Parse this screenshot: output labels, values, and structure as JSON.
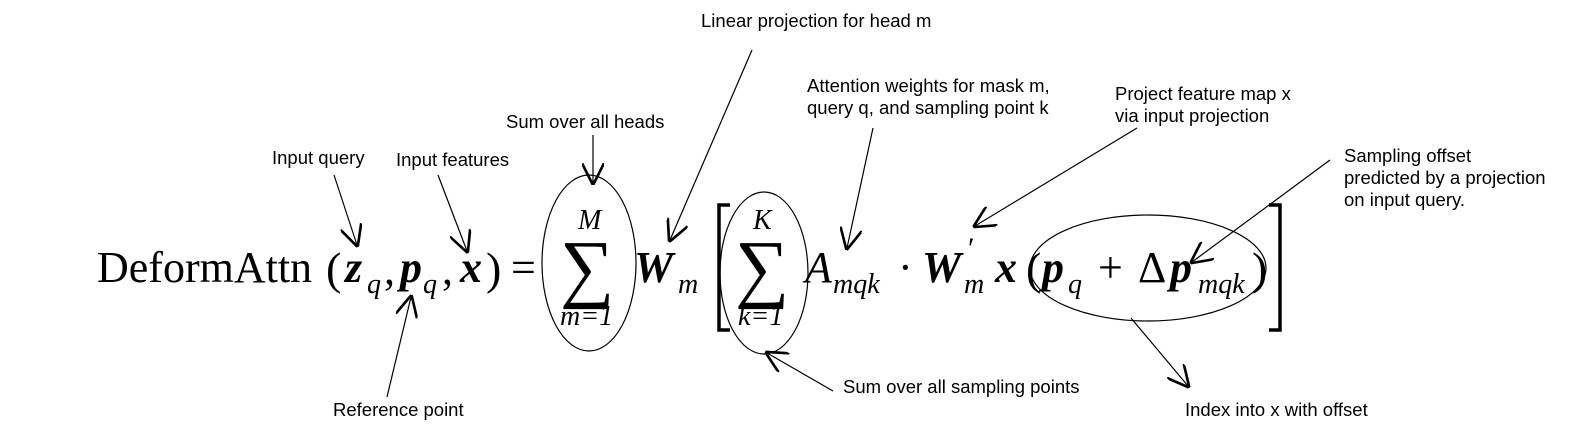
{
  "equation": {
    "func_name": "DeformAttn",
    "z": "z",
    "p": "p",
    "x": "x",
    "q": "q",
    "open_paren": "(",
    "close_paren": ")",
    "comma": ",",
    "equals": "=",
    "sigma": "∑",
    "sum_m_upper": "M",
    "sum_m_lower": "m=1",
    "W": "W",
    "m": "m",
    "sum_k_upper": "K",
    "sum_k_lower": "k=1",
    "A": "A",
    "mqk": "mqk",
    "cdot": "·",
    "prime": "′",
    "plus": "+",
    "delta": "Δ"
  },
  "annotations": {
    "input_query": "Input query",
    "input_features": "Input features",
    "reference_point": "Reference point",
    "sum_over_heads": "Sum over all heads",
    "linear_projection": "Linear projection for head m",
    "attention_weights": "Attention weights for mask m,\nquery q, and sampling point k",
    "project_feature_map": "Project feature map x\nvia input projection",
    "sampling_offset": "Sampling offset\npredicted by a projection\non input query.",
    "sum_over_sampling": "Sum over all sampling points",
    "index_into_x": "Index into x with offset"
  }
}
